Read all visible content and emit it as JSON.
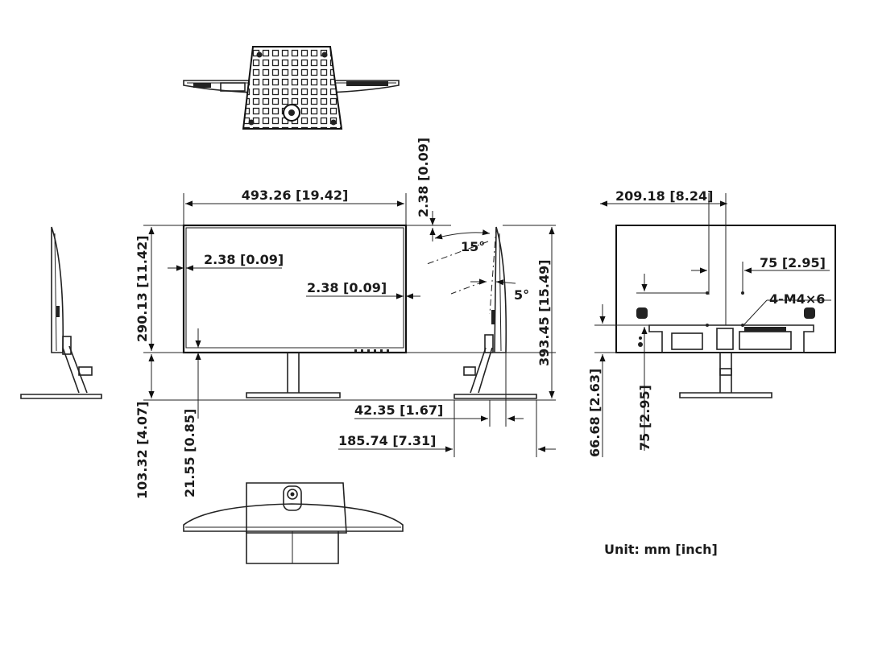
{
  "dimensions": {
    "front_width": "493.26  [19.42]",
    "bezel_top": "2.38  [0.09]",
    "bezel_side": "2.38  [0.09]",
    "bezel_right": "2.38  [0.09]",
    "screen_height": "290.13  [11.42]",
    "stand_height": "103.32  [4.07]",
    "bottom_bezel": "21.55  [0.85]",
    "tilt_back": "15°",
    "tilt_forward": "5°",
    "total_height": "393.45  [15.49]",
    "depth_panel": "42.35  [1.67]",
    "depth_base": "185.74  [7.31]",
    "vesa_offset_x": "209.18  [8.24]",
    "vesa_spacing_x": "75  [2.95]",
    "vesa_spacing_y": "75  [2.95]",
    "vesa_bottom_offset": "66.68  [2.63]",
    "screw_callout": "4-M4×6"
  },
  "unit_note": "Unit: mm [inch]",
  "colors": {
    "line": "#222222",
    "background": "#ffffff"
  }
}
